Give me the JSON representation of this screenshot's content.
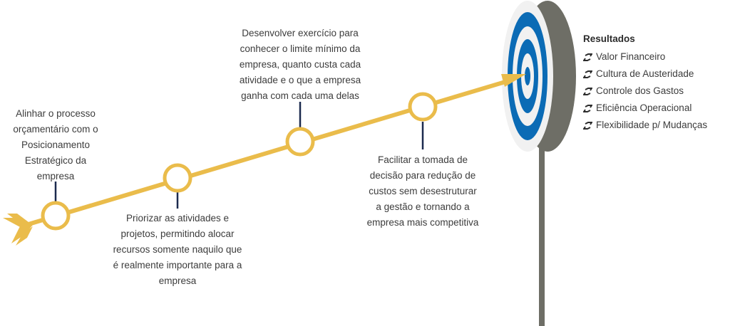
{
  "colors": {
    "path": "#EABC4B",
    "connector": "#1B2A4E",
    "target_blue": "#0B6BB5",
    "target_white": "#F1F1F1",
    "target_side": "#6E6E66",
    "text": "#3C3C3C"
  },
  "steps": [
    {
      "id": 1,
      "position": "above",
      "text": "Alinhar o processo orçamentário com o Posicionamento Estratégico da empresa",
      "lines": [
        "Alinhar o processo",
        "orçamentário com o",
        "Posicionamento",
        "Estratégico da",
        "empresa"
      ]
    },
    {
      "id": 2,
      "position": "below",
      "text": "Priorizar as atividades e projetos, permitindo alocar recursos somente naquilo que é realmente importante para a empresa",
      "lines": [
        "Priorizar as atividades e",
        "projetos, permitindo alocar",
        "recursos somente naquilo que",
        "é realmente importante para a",
        "empresa"
      ]
    },
    {
      "id": 3,
      "position": "above",
      "text": "Desenvolver exercício para conhecer o limite mínimo da empresa, quanto custa cada atividade e o que a empresa ganha com cada uma delas",
      "lines": [
        "Desenvolver  exercício para",
        "conhecer o limite mínimo da",
        "empresa,  quanto custa cada",
        "atividade e o que a empresa",
        "ganha com cada uma delas"
      ]
    },
    {
      "id": 4,
      "position": "below",
      "text": "Facilitar a tomada de decisão para redução de custos sem desestruturar a gestão e tornando a empresa mais competitiva",
      "lines": [
        "Facilitar a tomada de",
        "decisão para redução de",
        "custos sem desestruturar",
        "a gestão e tornando a",
        "empresa mais competitiva"
      ]
    }
  ],
  "results": {
    "title": "Resultados",
    "icon": "link-icon",
    "items": [
      "Valor Financeiro",
      "Cultura de Austeridade",
      "Controle dos Gastos",
      "Eficiência Operacional",
      "Flexibilidade p/ Mudanças"
    ]
  }
}
